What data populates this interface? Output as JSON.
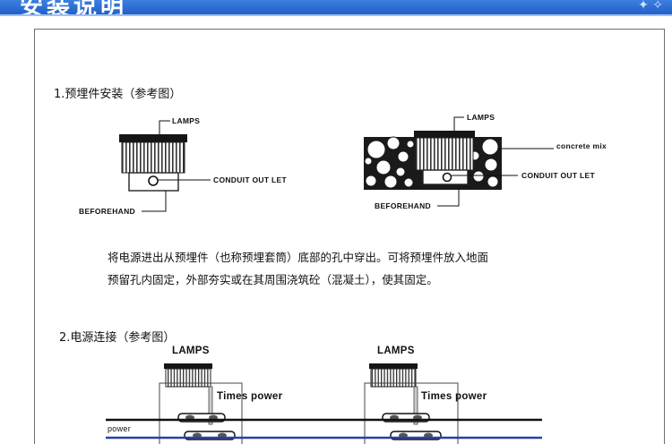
{
  "banner": {
    "title": "安装说明"
  },
  "section1": {
    "title": "1.预埋件安装（参考图）",
    "left_diagram": {
      "lamps": "LAMPS",
      "conduit": "CONDUIT OUT LET",
      "beforehand": "BEFOREHAND"
    },
    "right_diagram": {
      "lamps": "LAMPS",
      "concrete": "concrete mix",
      "conduit": "CONDUIT OUT LET",
      "beforehand": "BEFOREHAND"
    },
    "description_line1": "将电源进出从预埋件（也称预埋套筒）底部的孔中穿出。可将预埋件放入地面",
    "description_line2": "预留孔内固定，外部夯实或在其周围浇筑砼（混凝土），使其固定。"
  },
  "section2": {
    "title": "2.电源连接（参考图）",
    "left_diagram": {
      "lamps": "LAMPS",
      "times_power": "Times power",
      "power": "power"
    },
    "right_diagram": {
      "lamps": "LAMPS",
      "times_power": "Times power"
    }
  }
}
